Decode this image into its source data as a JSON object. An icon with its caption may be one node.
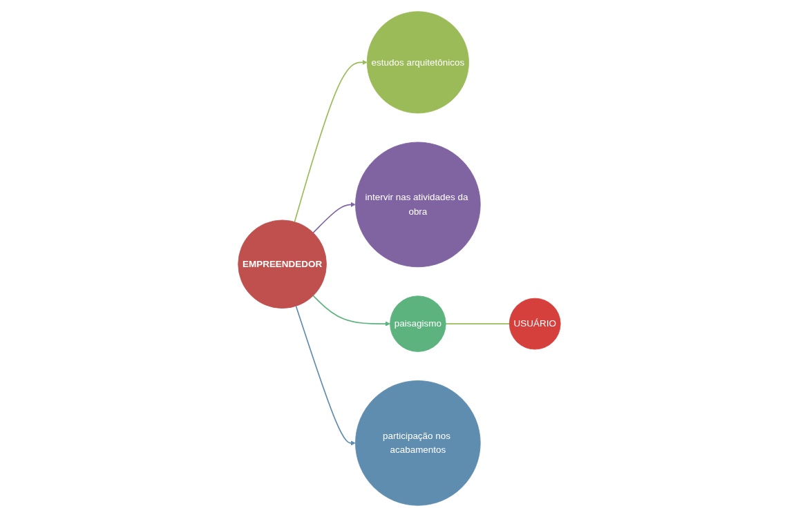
{
  "diagram": {
    "nodes": [
      {
        "text": [
          "estudos arquitetônicos"
        ]
      },
      {
        "text": [
          "intervir nas atividades da obra"
        ]
      },
      {
        "text": [
          "EMPREENDEDOR"
        ]
      },
      {
        "text": [
          "paisagismo"
        ]
      },
      {
        "text": [
          "USUÁRIO"
        ]
      },
      {
        "text": [
          "participação nos acabamentos"
        ]
      }
    ],
    "edges": [
      {
        "from": 2,
        "to": 0,
        "arrow": "to",
        "color": "#9bbb59"
      },
      {
        "from": 2,
        "to": 1,
        "arrow": "to",
        "color": "#8064a2"
      },
      {
        "from": 2,
        "to": 3,
        "arrow": "to",
        "color": "#5db37e"
      },
      {
        "from": 2,
        "to": 5,
        "arrow": "to",
        "color": "#5f8db0"
      },
      {
        "from": 3,
        "to": 4,
        "arrow": "none",
        "color": "#9bbb59"
      }
    ]
  }
}
